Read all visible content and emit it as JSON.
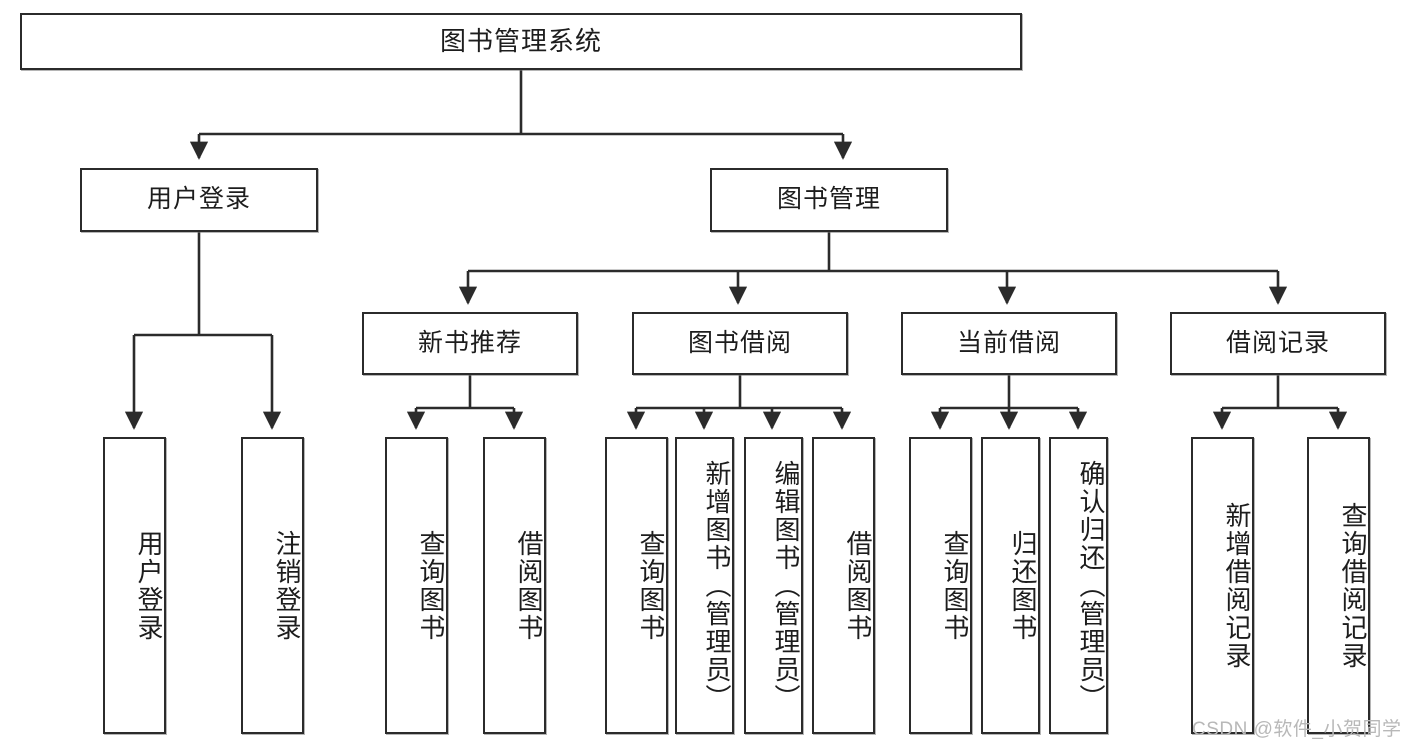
{
  "diagram": {
    "title": "图书管理系统",
    "type": "tree-hierarchy-diagram",
    "stroke_color": "#2b2b2b",
    "fill_color": "#ffffff",
    "text_color": "#1d1d1d"
  },
  "root": {
    "label": "图书管理系统"
  },
  "level2": [
    {
      "label": "用户登录"
    },
    {
      "label": "图书管理"
    }
  ],
  "level3": [
    {
      "label": "新书推荐"
    },
    {
      "label": "图书借阅"
    },
    {
      "label": "当前借阅"
    },
    {
      "label": "借阅记录"
    }
  ],
  "leaves": {
    "user_login": [
      {
        "label": "用户登录"
      },
      {
        "label": "注销登录"
      }
    ],
    "new_book": [
      {
        "label": "查询图书"
      },
      {
        "label": "借阅图书"
      }
    ],
    "borrow_book": [
      {
        "label": "查询图书"
      },
      {
        "label": "新增图书（管理员）"
      },
      {
        "label": "编辑图书（管理员）"
      },
      {
        "label": "借阅图书"
      }
    ],
    "current_borrow": [
      {
        "label": "查询图书"
      },
      {
        "label": "归还图书"
      },
      {
        "label": "确认归还（管理员）"
      }
    ],
    "borrow_record": [
      {
        "label": "新增借阅记录"
      },
      {
        "label": "查询借阅记录"
      }
    ]
  },
  "watermark": {
    "text": "CSDN @软件_小贺同学"
  }
}
